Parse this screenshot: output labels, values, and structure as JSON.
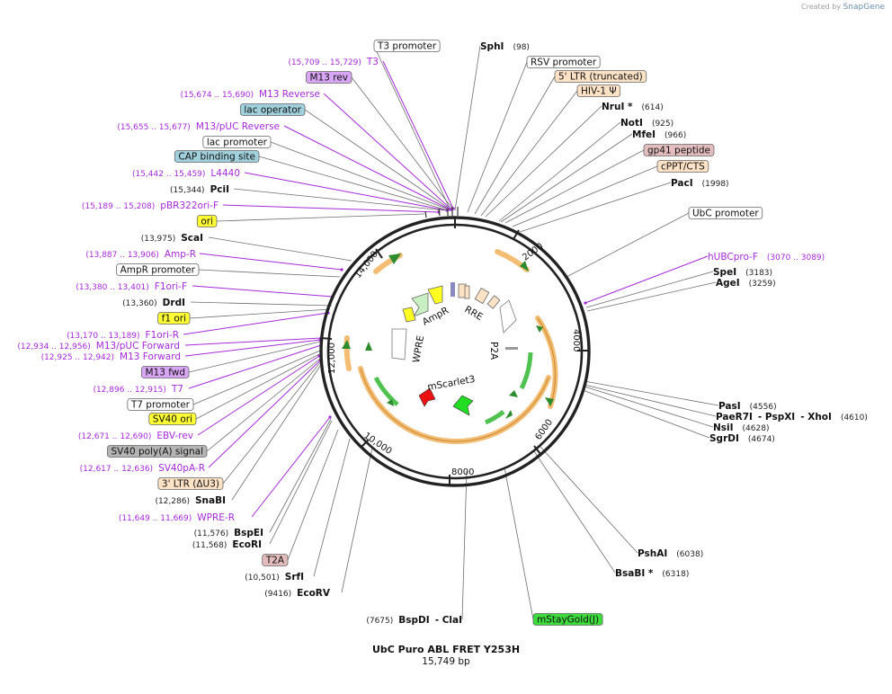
{
  "credit": {
    "prefix": "Created by",
    "brand": "SnapGene"
  },
  "title": "UbC Puro ABL FRET Y253H",
  "subtitle": "15,749 bp",
  "plasmid": {
    "length_bp": 15749
  },
  "ruler": [
    "2000",
    "4000",
    "6000",
    "8000",
    "10,000",
    "12,000",
    "14,000"
  ],
  "inner_features": [
    "AmpR",
    "RRE",
    "P2A",
    "WPRE",
    "mScarlet3"
  ],
  "labels": [
    {
      "kind": "feature",
      "text": "T3 promoter",
      "bg": "#ffffff"
    },
    {
      "kind": "enzyme",
      "name": "SphI",
      "pos": "(98)"
    },
    {
      "kind": "feature",
      "text": "RSV promoter",
      "bg": "#ffffff"
    },
    {
      "kind": "feature",
      "text": "5' LTR (truncated)",
      "bg": "#fde2c6"
    },
    {
      "kind": "feature",
      "text": "HIV-1 Ψ",
      "bg": "#fde2c6"
    },
    {
      "kind": "enzyme",
      "name": "NruI *",
      "pos": "(614)"
    },
    {
      "kind": "enzyme",
      "name": "NotI",
      "pos": "(925)"
    },
    {
      "kind": "enzyme",
      "name": "MfeI",
      "pos": "(966)"
    },
    {
      "kind": "feature",
      "text": "gp41 peptide",
      "bg": "#e3bcbe"
    },
    {
      "kind": "feature",
      "text": "cPPT/CTS",
      "bg": "#fde2c6"
    },
    {
      "kind": "enzyme",
      "name": "PacI",
      "pos": "(1998)"
    },
    {
      "kind": "feature",
      "text": "UbC promoter",
      "bg": "#ffffff"
    },
    {
      "kind": "primer",
      "text": "hUBCpro-F",
      "pos": "(3070 .. 3089)"
    },
    {
      "kind": "enzyme",
      "name": "SpeI",
      "pos": "(3183)"
    },
    {
      "kind": "enzyme",
      "name": "AgeI",
      "pos": "(3259)"
    },
    {
      "kind": "enzyme",
      "name": "PasI",
      "pos": "(4556)"
    },
    {
      "kind": "enzyme",
      "name": "PaeR7I",
      "name2": "- PspXI",
      "name3": "- XhoI",
      "pos": "(4610)"
    },
    {
      "kind": "enzyme",
      "name": "NsiI",
      "pos": "(4628)"
    },
    {
      "kind": "enzyme",
      "name": "SgrDI",
      "pos": "(4674)"
    },
    {
      "kind": "enzyme",
      "name": "PshAI",
      "pos": "(6038)"
    },
    {
      "kind": "enzyme",
      "name": "BsaBI *",
      "pos": "(6318)"
    },
    {
      "kind": "feature",
      "text": "mStayGold(J)",
      "bg": "#3ddc3d"
    },
    {
      "kind": "enzyme",
      "pos_first": true,
      "pos": "(7675)",
      "name": "BspDI",
      "name2": "- ClaI"
    },
    {
      "kind": "enzyme",
      "pos_first": true,
      "pos": "(9416)",
      "name": "EcoRV"
    },
    {
      "kind": "enzyme",
      "pos_first": true,
      "pos": "(10,501)",
      "name": "SrfI"
    },
    {
      "kind": "feature",
      "text": "T2A",
      "bg": "#e3bcbe"
    },
    {
      "kind": "enzyme",
      "pos_first": true,
      "pos": "(11,568)",
      "name": "EcoRI"
    },
    {
      "kind": "enzyme",
      "pos_first": true,
      "pos": "(11,576)",
      "name": "BspEI"
    },
    {
      "kind": "primer",
      "pos_first": true,
      "pos": "(11,649 .. 11,669)",
      "text": "WPRE-R"
    },
    {
      "kind": "enzyme",
      "pos_first": true,
      "pos": "(12,286)",
      "name": "SnaBI"
    },
    {
      "kind": "feature",
      "text": "3' LTR (ΔU3)",
      "bg": "#fde2c6"
    },
    {
      "kind": "primer",
      "pos_first": true,
      "pos": "(12,617 .. 12,636)",
      "text": "SV40pA-R"
    },
    {
      "kind": "feature",
      "text": "SV40 poly(A) signal",
      "bg": "#b4b4b4"
    },
    {
      "kind": "primer",
      "pos_first": true,
      "pos": "(12,671 .. 12,690)",
      "text": "EBV-rev"
    },
    {
      "kind": "feature",
      "text": "SV40 ori",
      "bg": "#ffff33"
    },
    {
      "kind": "feature",
      "text": "T7 promoter",
      "bg": "#ffffff"
    },
    {
      "kind": "primer",
      "pos_first": true,
      "pos": "(12,896 .. 12,915)",
      "text": "T7"
    },
    {
      "kind": "feature",
      "text": "M13 fwd",
      "bg": "#d9a6f5"
    },
    {
      "kind": "primer",
      "pos_first": true,
      "pos": "(12,925 .. 12,942)",
      "text": "M13 Forward"
    },
    {
      "kind": "primer",
      "pos_first": true,
      "pos": "(12,934 .. 12,956)",
      "text": "M13/pUC Forward"
    },
    {
      "kind": "primer",
      "pos_first": true,
      "pos": "(13,170 .. 13,189)",
      "text": "F1ori-R"
    },
    {
      "kind": "feature",
      "text": "f1 ori",
      "bg": "#ffff33"
    },
    {
      "kind": "enzyme",
      "pos_first": true,
      "pos": "(13,360)",
      "name": "DrdI"
    },
    {
      "kind": "primer",
      "pos_first": true,
      "pos": "(13,380 .. 13,401)",
      "text": "F1ori-F"
    },
    {
      "kind": "feature",
      "text": "AmpR promoter",
      "bg": "#ffffff"
    },
    {
      "kind": "primer",
      "pos_first": true,
      "pos": "(13,887 .. 13,906)",
      "text": "Amp-R"
    },
    {
      "kind": "enzyme",
      "pos_first": true,
      "pos": "(13,975)",
      "name": "ScaI"
    },
    {
      "kind": "feature",
      "text": "ori",
      "bg": "#ffff33"
    },
    {
      "kind": "primer",
      "pos_first": true,
      "pos": "(15,189 .. 15,208)",
      "text": "pBR322ori-F"
    },
    {
      "kind": "enzyme",
      "pos_first": true,
      "pos": "(15,344)",
      "name": "PciI"
    },
    {
      "kind": "primer",
      "pos_first": true,
      "pos": "(15,442 .. 15,459)",
      "text": "L4440"
    },
    {
      "kind": "feature",
      "text": "CAP binding site",
      "bg": "#9fd0dc"
    },
    {
      "kind": "feature",
      "text": "lac promoter",
      "bg": "#ffffff"
    },
    {
      "kind": "primer",
      "pos_first": true,
      "pos": "(15,655 .. 15,677)",
      "text": "M13/pUC Reverse"
    },
    {
      "kind": "feature",
      "text": "lac operator",
      "bg": "#9fd0dc"
    },
    {
      "kind": "primer",
      "pos_first": true,
      "pos": "(15,674 .. 15,690)",
      "text": "M13 Reverse"
    },
    {
      "kind": "feature",
      "text": "M13 rev",
      "bg": "#d9a6f5"
    },
    {
      "kind": "primer",
      "pos_first": true,
      "pos": "(15,709 .. 15,729)",
      "text": "T3"
    }
  ]
}
